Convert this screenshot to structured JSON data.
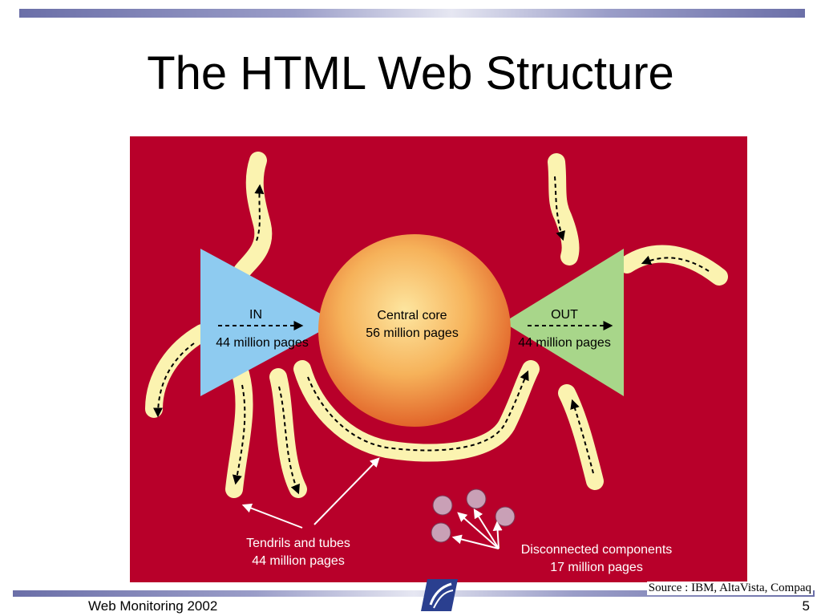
{
  "slide": {
    "title": "The HTML Web Structure",
    "footer": "Web Monitoring 2002",
    "page_number": "5",
    "source": "Source : IBM, AltaVista, Compaq"
  },
  "diagram": {
    "in_node": {
      "label": "IN",
      "count": "44 million pages"
    },
    "core_node": {
      "label": "Central core",
      "count": "56 million pages"
    },
    "out_node": {
      "label": "OUT",
      "count": "44 million pages"
    },
    "tendrils": {
      "label": "Tendrils and tubes",
      "count": "44 million pages"
    },
    "disconnected": {
      "label": "Disconnected components",
      "count": "17 million pages"
    }
  },
  "colors": {
    "background": "#b8002a",
    "in_node": "#8ecbf0",
    "out_node": "#a8d68a",
    "core_light": "#fcd98a",
    "core_dark": "#e8702a",
    "tendril": "#fbf3b0",
    "component": "#c9a0b6"
  },
  "icons": [
    "logo-icon"
  ]
}
